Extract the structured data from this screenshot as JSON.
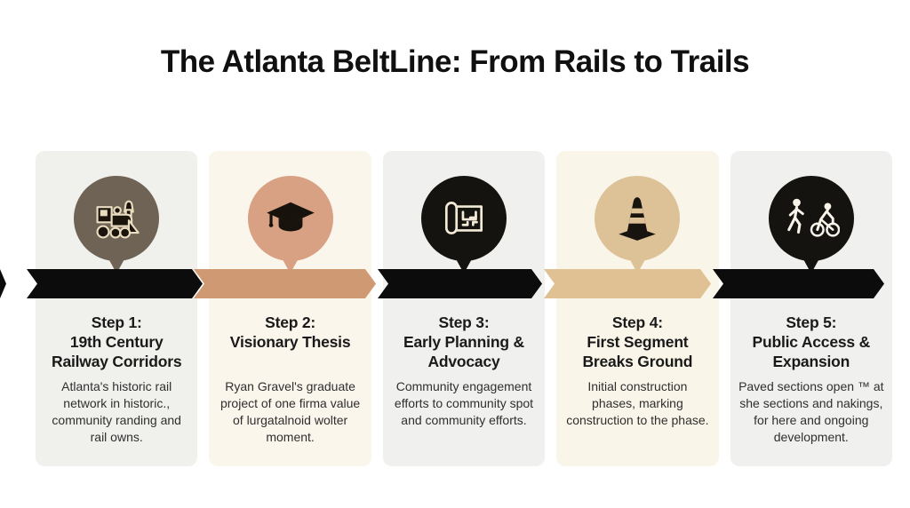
{
  "title": "The Atlanta BeltLine: From Rails to Trails",
  "band": {
    "edge_tip_color": "#0c0c0c",
    "segments": [
      {
        "color": "#0c0c0c"
      },
      {
        "color": "#cf9a73"
      },
      {
        "color": "#0c0c0c"
      },
      {
        "color": "#dfc193"
      },
      {
        "color": "#0c0c0c"
      }
    ]
  },
  "steps": [
    {
      "icon": "locomotive-icon",
      "card_bg": "#f0f0ed",
      "circle_color": "#6f6355",
      "title": "Step 1:\n19th Century\nRailway Corridors",
      "body": "Atlanta's historic rail network in historic., community randing and rail owns."
    },
    {
      "icon": "graduation-cap-icon",
      "card_bg": "#fbf6ec",
      "circle_color": "#d8a184",
      "title": "Step 2:\nVisionary Thesis",
      "body": "Ryan Gravel's graduate project of one firma value of lurgatalnoid wolter moment."
    },
    {
      "icon": "blueprint-icon",
      "card_bg": "#f0f0ee",
      "circle_color": "#151310",
      "title": "Step 3:\nEarly Planning &\nAdvocacy",
      "body": "Community engagement efforts to community spot and community efforts."
    },
    {
      "icon": "traffic-cone-icon",
      "card_bg": "#faf5e9",
      "circle_color": "#ddc298",
      "title": "Step 4:\nFirst Segment\nBreaks Ground",
      "body": "Initial construction phases, marking construction to the phase."
    },
    {
      "icon": "walk-bike-icon",
      "card_bg": "#f0f0ee",
      "circle_color": "#151310",
      "title": "Step 5:\nPublic Access &\nExpansion",
      "body": "Paved sections open ™ at she sections and nakings, for here and ongoing development."
    }
  ]
}
